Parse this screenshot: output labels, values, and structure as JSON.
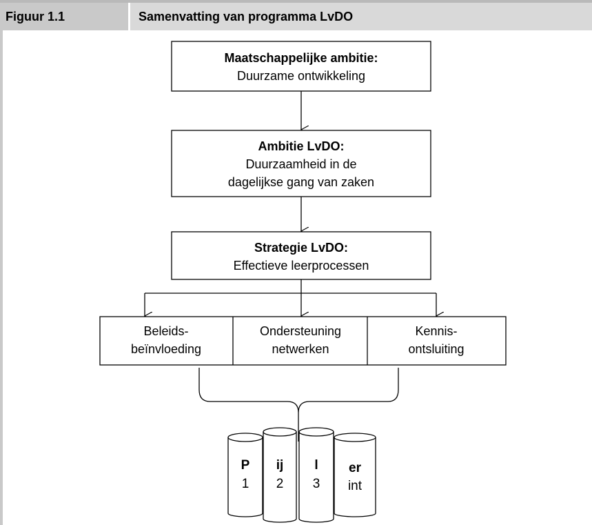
{
  "header": {
    "figure_label": "Figuur 1.1",
    "title": "Samenvatting van programma LvDO"
  },
  "diagram": {
    "boxes": [
      {
        "title": "Maatschappelijke ambitie:",
        "lines": [
          "Duurzame ontwikkeling"
        ]
      },
      {
        "title": "Ambitie LvDO:",
        "lines": [
          "Duurzaamheid in de",
          "dagelijkse gang van zaken"
        ]
      },
      {
        "title": "Strategie LvDO:",
        "lines": [
          "Effectieve leerprocessen"
        ]
      }
    ],
    "pillars": [
      {
        "lines": [
          "Beleids-",
          "beïnvloeding"
        ]
      },
      {
        "lines": [
          "Ondersteuning",
          "netwerken"
        ]
      },
      {
        "lines": [
          "Kennis-",
          "ontsluiting"
        ]
      }
    ],
    "cylinders": [
      {
        "bold": "P",
        "text": "1"
      },
      {
        "bold": "ij",
        "text": "2"
      },
      {
        "bold": "l",
        "text": "3"
      },
      {
        "bold": "er",
        "text": "int"
      }
    ]
  },
  "colors": {
    "header_label_bg": "#c9c9c9",
    "header_title_bg": "#d9d9d9",
    "line": "#000000"
  }
}
